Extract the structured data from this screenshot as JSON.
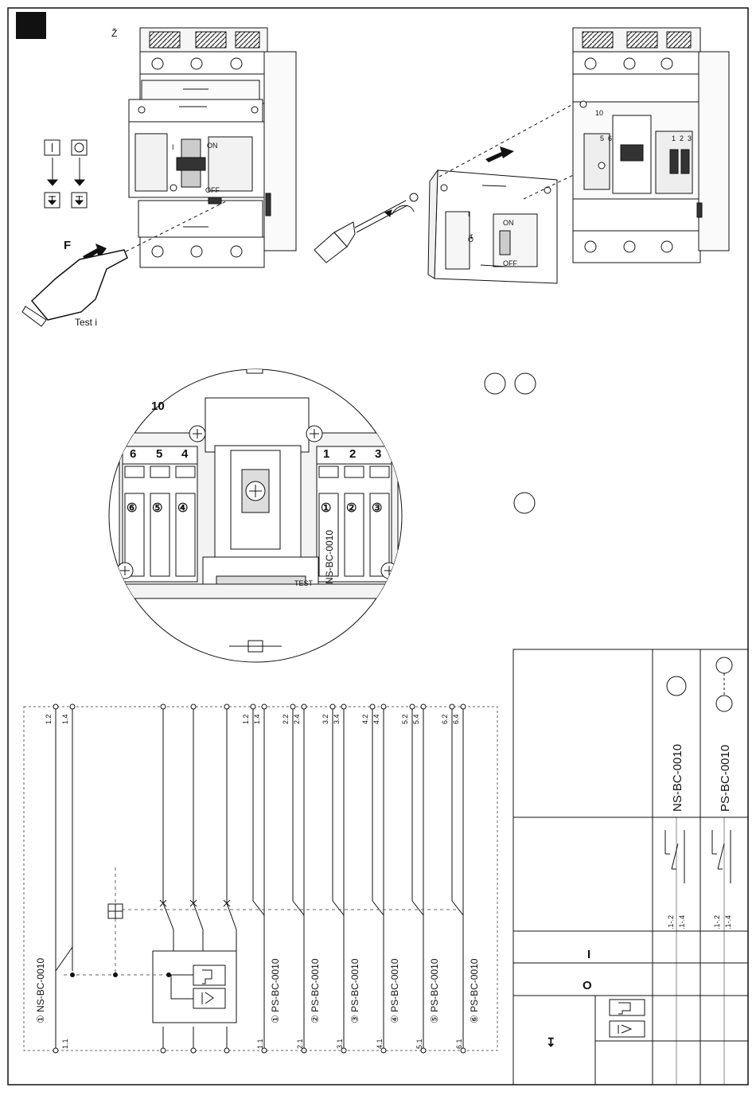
{
  "header": {
    "mark_letter": "Ž"
  },
  "top": {
    "force_label": "F",
    "test_label": "Test i",
    "cover_on": "ON",
    "cover_off": "OFF",
    "cover_i": "I",
    "cover_o": "O",
    "cover_arrow": "↯",
    "slot_label": "10",
    "mini_1": "1",
    "mini_2": "2",
    "mini_3": "3",
    "mini_5": "5",
    "mini_6": "6"
  },
  "detail": {
    "slot_label": "10",
    "left_numbers": [
      "6",
      "5",
      "4"
    ],
    "right_numbers": [
      "1",
      "2",
      "3"
    ],
    "left_circles": [
      "⑥",
      "⑤",
      "④"
    ],
    "right_circles": [
      "①",
      "②",
      "③"
    ],
    "device_label": "NS-BC-0010",
    "test_label": "TEST"
  },
  "schematic": {
    "top_left_labels": [
      "1.2",
      "1.4"
    ],
    "top_right_labels": [
      "1.2",
      "1.4",
      "2.2",
      "2.4",
      "3.2",
      "3.4",
      "4.2",
      "4.4",
      "5.2",
      "5.4",
      "6.2",
      "6.4"
    ],
    "bottom_labels": [
      "1.1",
      "1.1",
      "2.1",
      "3.1",
      "4.1",
      "5.1",
      "6.1"
    ],
    "left_device": "① NS-BC-0010",
    "right_devices": [
      "① PS-BC-0010",
      "② PS-BC-0010",
      "③ PS-BC-0010",
      "④ PS-BC-0010",
      "⑤ PS-BC-0010",
      "⑥ PS-BC-0010"
    ]
  },
  "legend": {
    "col1_name": "NS-BC-0010",
    "col2_name": "PS-BC-0010",
    "col1_contacts": [
      ".1-.2",
      ".1-.4"
    ],
    "col2_contacts": [
      ".1-.2",
      ".1-.4"
    ],
    "row_on": "I",
    "row_off": "O",
    "row_trip": "↧"
  }
}
